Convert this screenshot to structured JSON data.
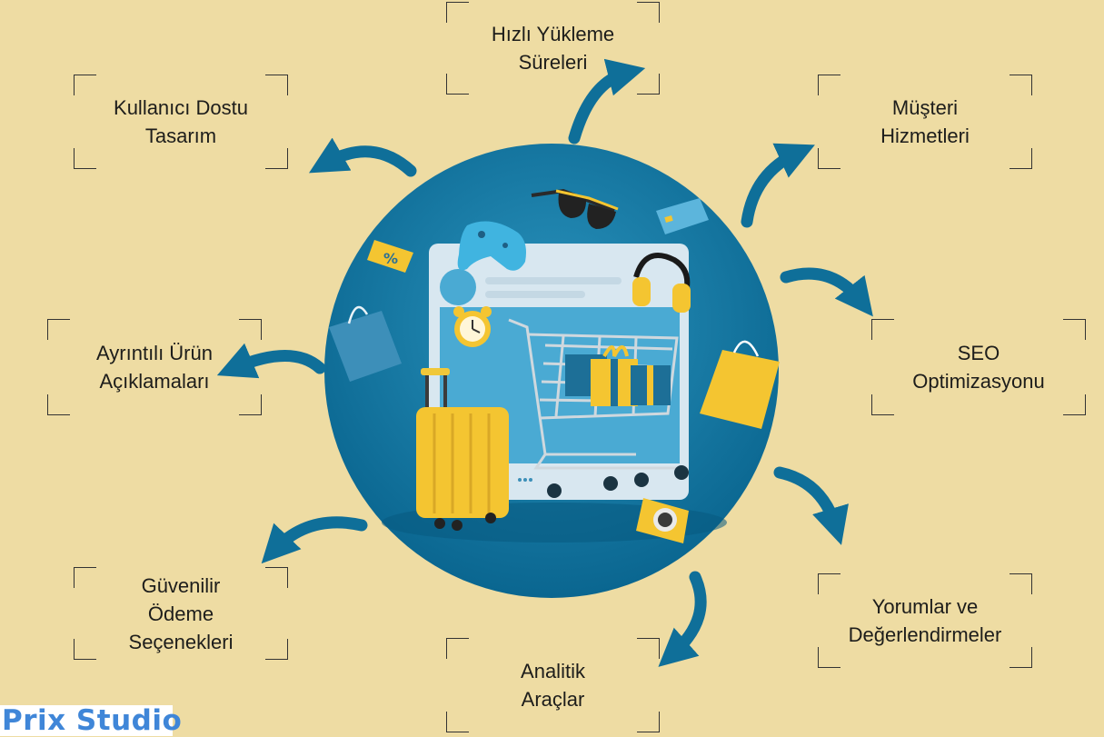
{
  "features": [
    {
      "id": "hizli-yukleme",
      "label": "Hızlı Yükleme\nSüreleri"
    },
    {
      "id": "kullanici-dostu",
      "label": "Kullanıcı Dostu\nTasarım"
    },
    {
      "id": "musteri-hizmetleri",
      "label": "Müşteri\nHizmetleri"
    },
    {
      "id": "ayrintili-urun",
      "label": "Ayrıntılı Ürün\nAçıklamaları"
    },
    {
      "id": "seo",
      "label": "SEO\nOptimizasyonu"
    },
    {
      "id": "guvenilir-odeme",
      "label": "Güvenilir\nÖdeme\nSeçenekleri"
    },
    {
      "id": "yorumlar",
      "label": "Yorumlar ve\nDeğerlendirmeler"
    },
    {
      "id": "analitik",
      "label": "Analitik\nAraçlar"
    }
  ],
  "logo": {
    "text": "Prix Studio"
  },
  "colors": {
    "background": "#eedca3",
    "accent": "#0f6f99",
    "circle": "#0b6e98",
    "yellow": "#f4c531"
  },
  "icons": [
    "shopping-cart-icon",
    "gift-box-icon",
    "suitcase-icon",
    "shopping-bag-icon",
    "game-controller-icon",
    "sunglasses-icon",
    "credit-card-icon",
    "headphones-icon",
    "alarm-clock-icon",
    "discount-tag-icon",
    "camera-icon",
    "chat-bubble-icon",
    "arrow-icon"
  ]
}
